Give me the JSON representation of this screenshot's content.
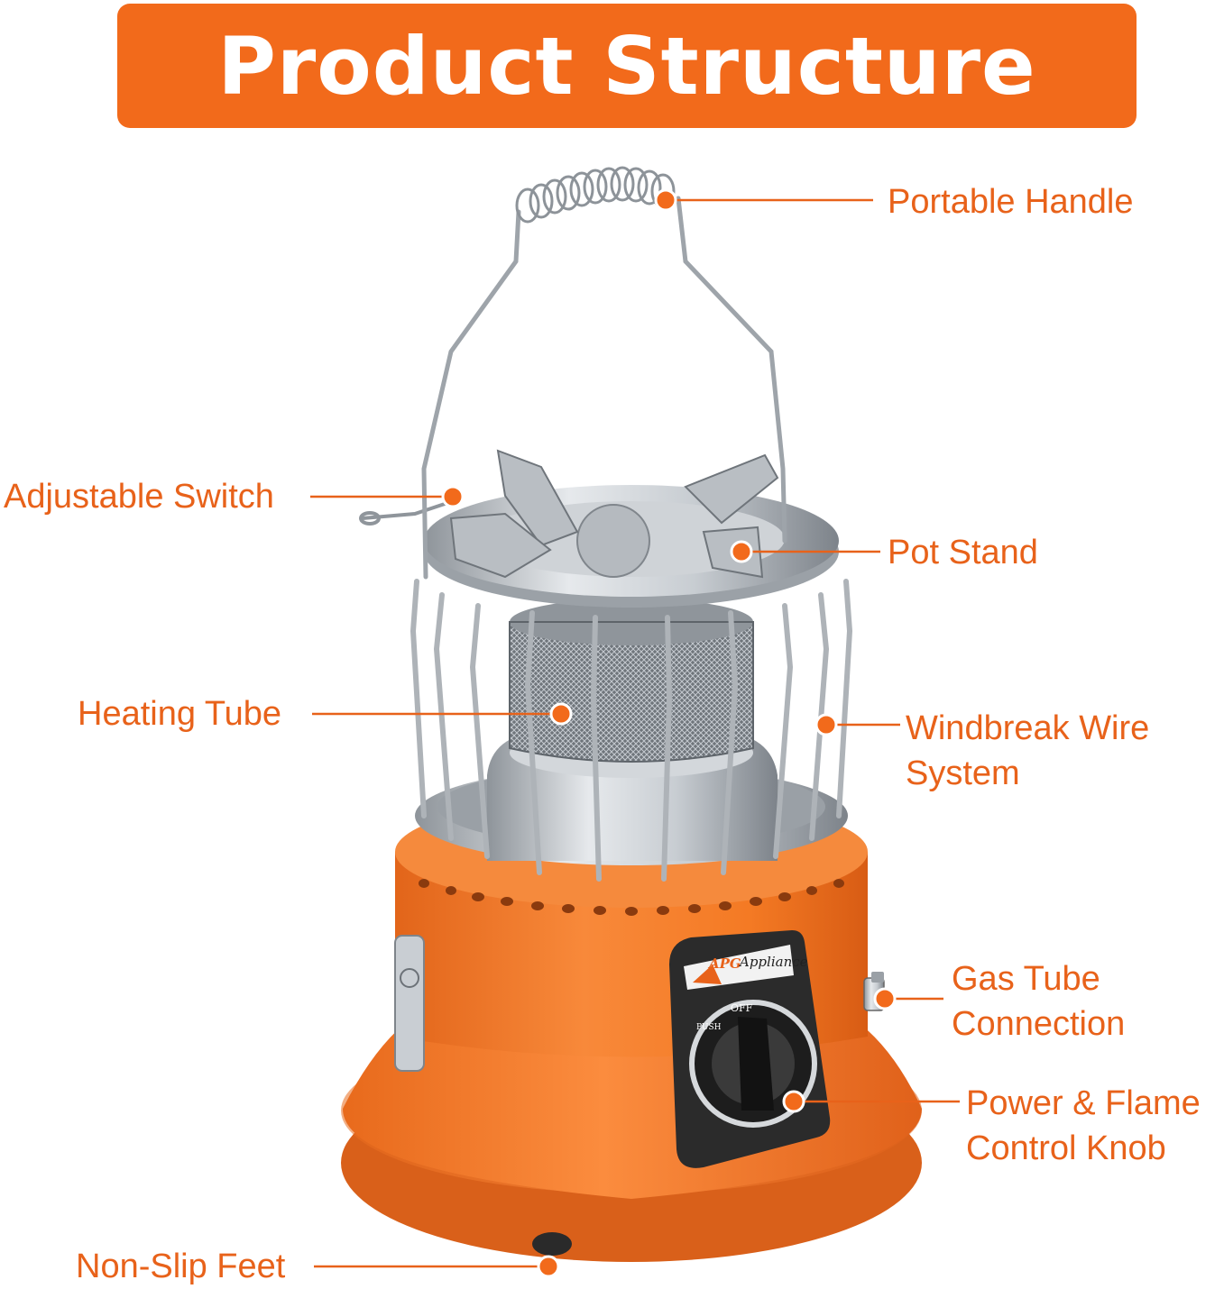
{
  "title": "Product Structure",
  "colors": {
    "accent": "#f26a1b",
    "body_orange": "#f47a24",
    "label": "#e8621a",
    "steel": "#b9bec3",
    "dark": "#2b2b2b"
  },
  "product_markings": {
    "brand_logo": "APG",
    "brand": "Appliance",
    "knob_off": "OFF",
    "knob_push": "PUSH"
  },
  "callouts": [
    {
      "id": "portable-handle",
      "text": "Portable Handle"
    },
    {
      "id": "adjustable-switch",
      "text": "Adjustable Switch"
    },
    {
      "id": "pot-stand",
      "text": "Pot Stand"
    },
    {
      "id": "heating-tube",
      "text": "Heating Tube"
    },
    {
      "id": "windbreak-wire",
      "line1": "Windbreak Wire",
      "line2": "System"
    },
    {
      "id": "gas-tube",
      "line1": "Gas Tube",
      "line2": "Connection"
    },
    {
      "id": "power-knob",
      "line1": "Power & Flame",
      "line2": "Control Knob"
    },
    {
      "id": "non-slip-feet",
      "text": "Non-Slip Feet"
    }
  ]
}
